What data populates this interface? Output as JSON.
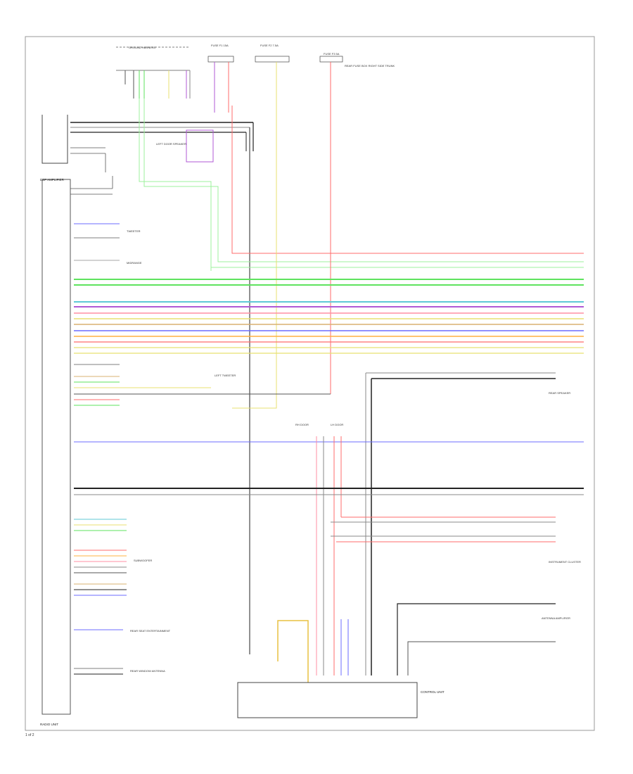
{
  "labels": {
    "top_ground": "GROUND HARNESS",
    "fuse_left": "FUSE F1 15A",
    "fuse_mid": "FUSE F2 7.5A",
    "fuse_right": "FUSE F3 5A",
    "fuse_right_note": "REAR FUSE BOX RIGHT SIDE TRUNK",
    "left_module": "DSP AMPLIFIER",
    "left_module_bottom": "RADIO UNIT",
    "left_door_speaker": "LEFT DOOR SPEAKER",
    "module_a": "TWEETER",
    "module_b": "MIDRANGE",
    "tweeter_left": "LEFT TWEETER",
    "rear_speaker": "REAR SPEAKER",
    "instrument": "INSTRUMENT CLUSTER",
    "subwoofer": "SUBWOOFER",
    "rear_lr": "REAR SEAT ENTERTAINMENT",
    "rear_window": "REAR WINDOW ANTENNA",
    "junction_left": "RH DOOR",
    "junction_right": "LH DOOR",
    "antenna_amp": "ANTENNA AMPLIFIER",
    "bottom_module": "CONTROL UNIT",
    "page_label": "1 of 2"
  },
  "wire_colors": {
    "red": "#ff6b6b",
    "pink": "#ff8fa3",
    "green": "#5ee35e",
    "lightgreen": "#9cf29c",
    "blue": "#6b6bff",
    "purple": "#b05ad6",
    "cyan": "#5fc9d6",
    "orange": "#ffb040",
    "yellow": "#e8e070",
    "tan": "#d9b070",
    "gray": "#8a8a8a",
    "black": "#222222"
  }
}
